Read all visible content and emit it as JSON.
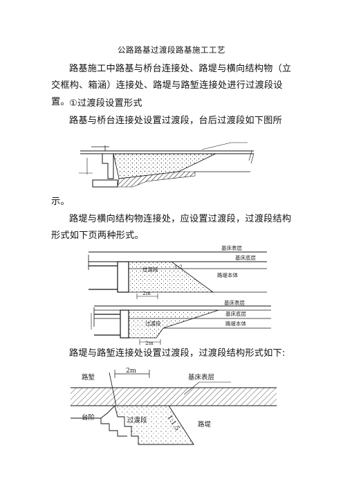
{
  "doc": {
    "title": "公路路基过渡段路基施工工艺",
    "para1": "路基施工中路基与桥台连接处、路堤与横向结构物（立交框构、箱涵）连接处、路堤与路堑连接处进行过渡段设置。",
    "heading1": "①过渡段设置形式",
    "para2": "路基与桥台连接处设置过渡段，台后过渡段如下图所",
    "para2_cont": "示。",
    "para3": "路堤与横向结构物连接处，应设置过渡段，过渡段结构形式如下页两种形式。",
    "para4": "路堤与路堑连接处设置过渡段，过渡段结构形式如下:"
  },
  "fig2": {
    "subgrade_top": "基床表层",
    "subgrade_bottom": "基床底层",
    "transition": "过渡段",
    "slope": "1:2",
    "embankment": "路堤本体",
    "dim": "2m"
  },
  "fig3": {
    "subgrade_top": "基床表层",
    "subgrade_bottom": "基床底层",
    "transition": "过渡段",
    "embankment": "路堤本体",
    "dim": "2m"
  },
  "fig4": {
    "cut": "路堑",
    "dim": "2m",
    "subgrade_top": "基床表层",
    "step": "台阶",
    "transition": "过渡段",
    "slope": "1:1.5",
    "embankment": "路堤"
  }
}
